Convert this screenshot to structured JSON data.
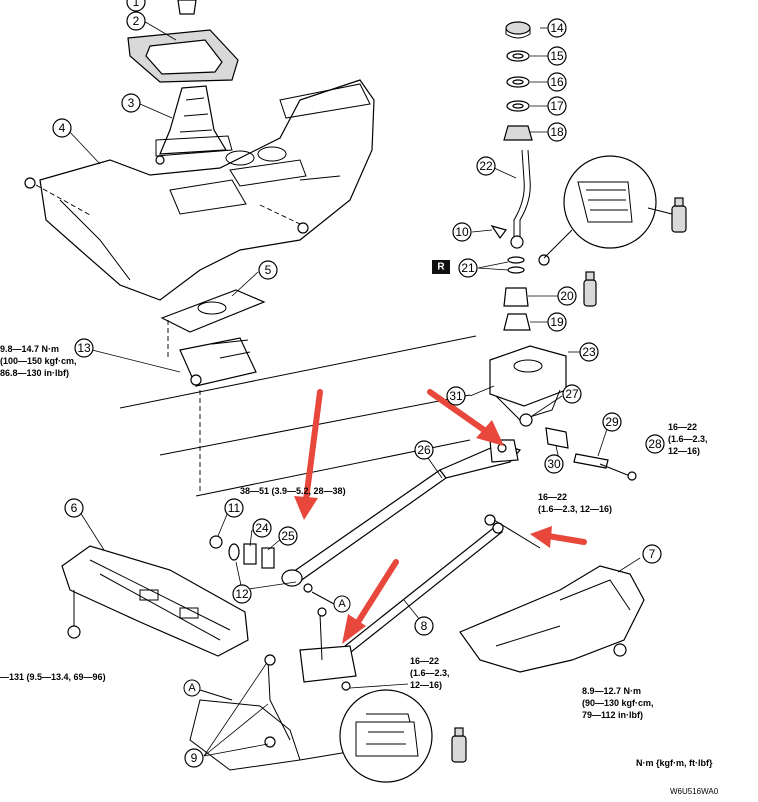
{
  "callouts": [
    {
      "id": "1",
      "label": "1"
    },
    {
      "id": "2",
      "label": "2"
    },
    {
      "id": "3",
      "label": "3"
    },
    {
      "id": "4",
      "label": "4"
    },
    {
      "id": "5",
      "label": "5"
    },
    {
      "id": "6",
      "label": "6"
    },
    {
      "id": "7",
      "label": "7"
    },
    {
      "id": "8",
      "label": "8"
    },
    {
      "id": "9",
      "label": "9"
    },
    {
      "id": "10",
      "label": "10"
    },
    {
      "id": "11",
      "label": "11"
    },
    {
      "id": "12",
      "label": "12"
    },
    {
      "id": "13",
      "label": "13"
    },
    {
      "id": "14",
      "label": "14"
    },
    {
      "id": "15",
      "label": "15"
    },
    {
      "id": "16",
      "label": "16"
    },
    {
      "id": "17",
      "label": "17"
    },
    {
      "id": "18",
      "label": "18"
    },
    {
      "id": "19",
      "label": "19"
    },
    {
      "id": "20",
      "label": "20"
    },
    {
      "id": "21",
      "label": "21"
    },
    {
      "id": "22",
      "label": "22"
    },
    {
      "id": "23",
      "label": "23"
    },
    {
      "id": "24",
      "label": "24"
    },
    {
      "id": "25",
      "label": "25"
    },
    {
      "id": "26",
      "label": "26"
    },
    {
      "id": "27",
      "label": "27"
    },
    {
      "id": "28",
      "label": "28"
    },
    {
      "id": "29",
      "label": "29"
    },
    {
      "id": "30",
      "label": "30"
    },
    {
      "id": "31",
      "label": "31"
    }
  ],
  "torque_specs": {
    "spec_13": [
      "9.8—14.7 N·m",
      "(100—150 kgf·cm,",
      "86.8—130 in·lbf)"
    ],
    "spec_28": [
      "16—22",
      "(1.6—2.3,",
      "12—16)"
    ],
    "spec_lever": [
      "16—22",
      "(1.6—2.3, 12—16)"
    ],
    "spec_bushing": "38—51 (3.9—5.2, 28—38)",
    "spec_6": "—131 (9.5—13.4, 69—96)",
    "spec_9": [
      "16—22",
      "(1.6—2.3,",
      "12—16)"
    ],
    "spec_7": [
      "8.9—12.7 N·m",
      "(90—130 kgf·cm,",
      "79—112 in·lbf)"
    ]
  },
  "markers": {
    "r_badge": "R",
    "letter_a": "A"
  },
  "legend": {
    "units": "N·m {kgf·m, ft·lbf}",
    "figure_code": "W6U516WA0"
  },
  "colors": {
    "arrow": "#e8473c",
    "line": "#000000",
    "background": "#ffffff"
  }
}
